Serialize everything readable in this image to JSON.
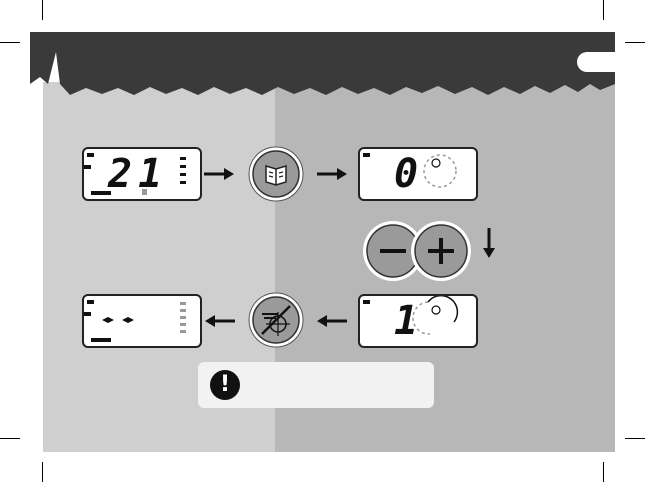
{
  "warning": {
    "icon": "exclamation-icon",
    "text": ""
  },
  "displays": {
    "top_left_digits": "21",
    "top_right_digits": "0",
    "bottom_right_digits": "1"
  },
  "buttons": {
    "menu_icon": "book-icon",
    "minus_label": "−",
    "plus_label": "+",
    "ground_balance_icon": "ground-crosshair-icon"
  },
  "colors": {
    "header": "#3a3a3a",
    "left_panel": "#cfcfcf",
    "right_panel": "#b7b7b7",
    "button": "#9a9a9a"
  }
}
